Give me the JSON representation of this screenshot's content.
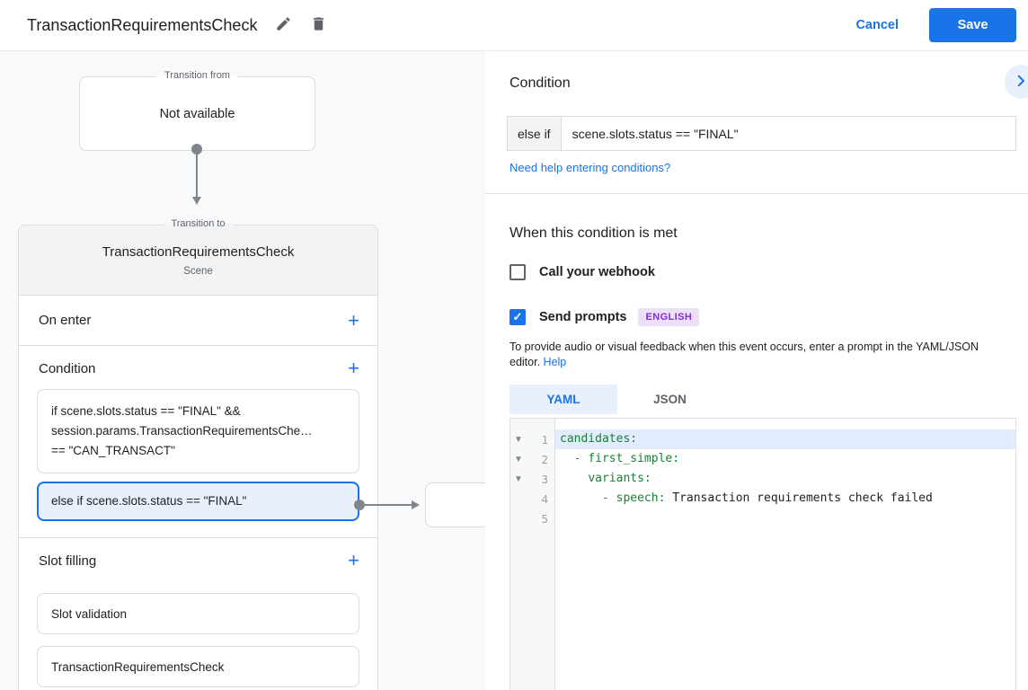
{
  "topbar": {
    "title": "TransactionRequirementsCheck",
    "cancel_label": "Cancel",
    "save_label": "Save"
  },
  "diagram": {
    "transition_from": {
      "legend": "Transition from",
      "content": "Not available"
    },
    "transition_to": {
      "legend": "Transition to",
      "title": "TransactionRequirementsCheck",
      "subtitle": "Scene",
      "on_enter_label": "On enter",
      "condition_label": "Condition",
      "slot_filling_label": "Slot filling",
      "condition_items": [
        {
          "line1": "if scene.slots.status == \"FINAL\" &&",
          "line2": "session.params.TransactionRequirementsChe…",
          "line3": "== \"CAN_TRANSACT\""
        },
        {
          "line1": "else if scene.slots.status == \"FINAL\""
        }
      ],
      "slot_items": [
        {
          "label": "Slot validation"
        },
        {
          "label": "TransactionRequirementsCheck"
        }
      ]
    }
  },
  "panel": {
    "heading": "Condition",
    "condition_prefix": "else if",
    "condition_value": "scene.slots.status == \"FINAL\"",
    "help_link": "Need help entering conditions?",
    "when_heading": "When this condition is met",
    "webhook_label": "Call your webhook",
    "prompts_label": "Send prompts",
    "language_badge": "ENGLISH",
    "checkmark": "✓",
    "description": "To provide audio or visual feedback when this event occurs, enter a prompt in the YAML/JSON editor.",
    "description_link": "Help",
    "tabs": [
      {
        "label": "YAML",
        "active": true
      },
      {
        "label": "JSON",
        "active": false
      }
    ],
    "editor": {
      "lines": [
        {
          "num": "1",
          "fold": true,
          "active": true,
          "tokens": [
            {
              "c": "k",
              "t": "candidates:"
            }
          ]
        },
        {
          "num": "2",
          "fold": true,
          "active": false,
          "tokens": [
            {
              "c": "p",
              "t": "  - "
            },
            {
              "c": "k",
              "t": "first_simple:"
            }
          ]
        },
        {
          "num": "3",
          "fold": true,
          "active": false,
          "tokens": [
            {
              "c": "p",
              "t": "    "
            },
            {
              "c": "k",
              "t": "variants:"
            }
          ]
        },
        {
          "num": "4",
          "fold": false,
          "active": false,
          "tokens": [
            {
              "c": "p",
              "t": "      - "
            },
            {
              "c": "k",
              "t": "speech:"
            },
            {
              "c": "v",
              "t": " Transaction requirements check failed"
            }
          ]
        },
        {
          "num": "5",
          "fold": false,
          "active": false,
          "tokens": []
        }
      ]
    }
  },
  "colors": {
    "accent_blue": "#1a73e8",
    "selected_fill": "#e8f0fe",
    "badge_purple": "#8430ce",
    "yaml_key_green": "#188038",
    "canvas_gray": "#f8f9fa"
  }
}
